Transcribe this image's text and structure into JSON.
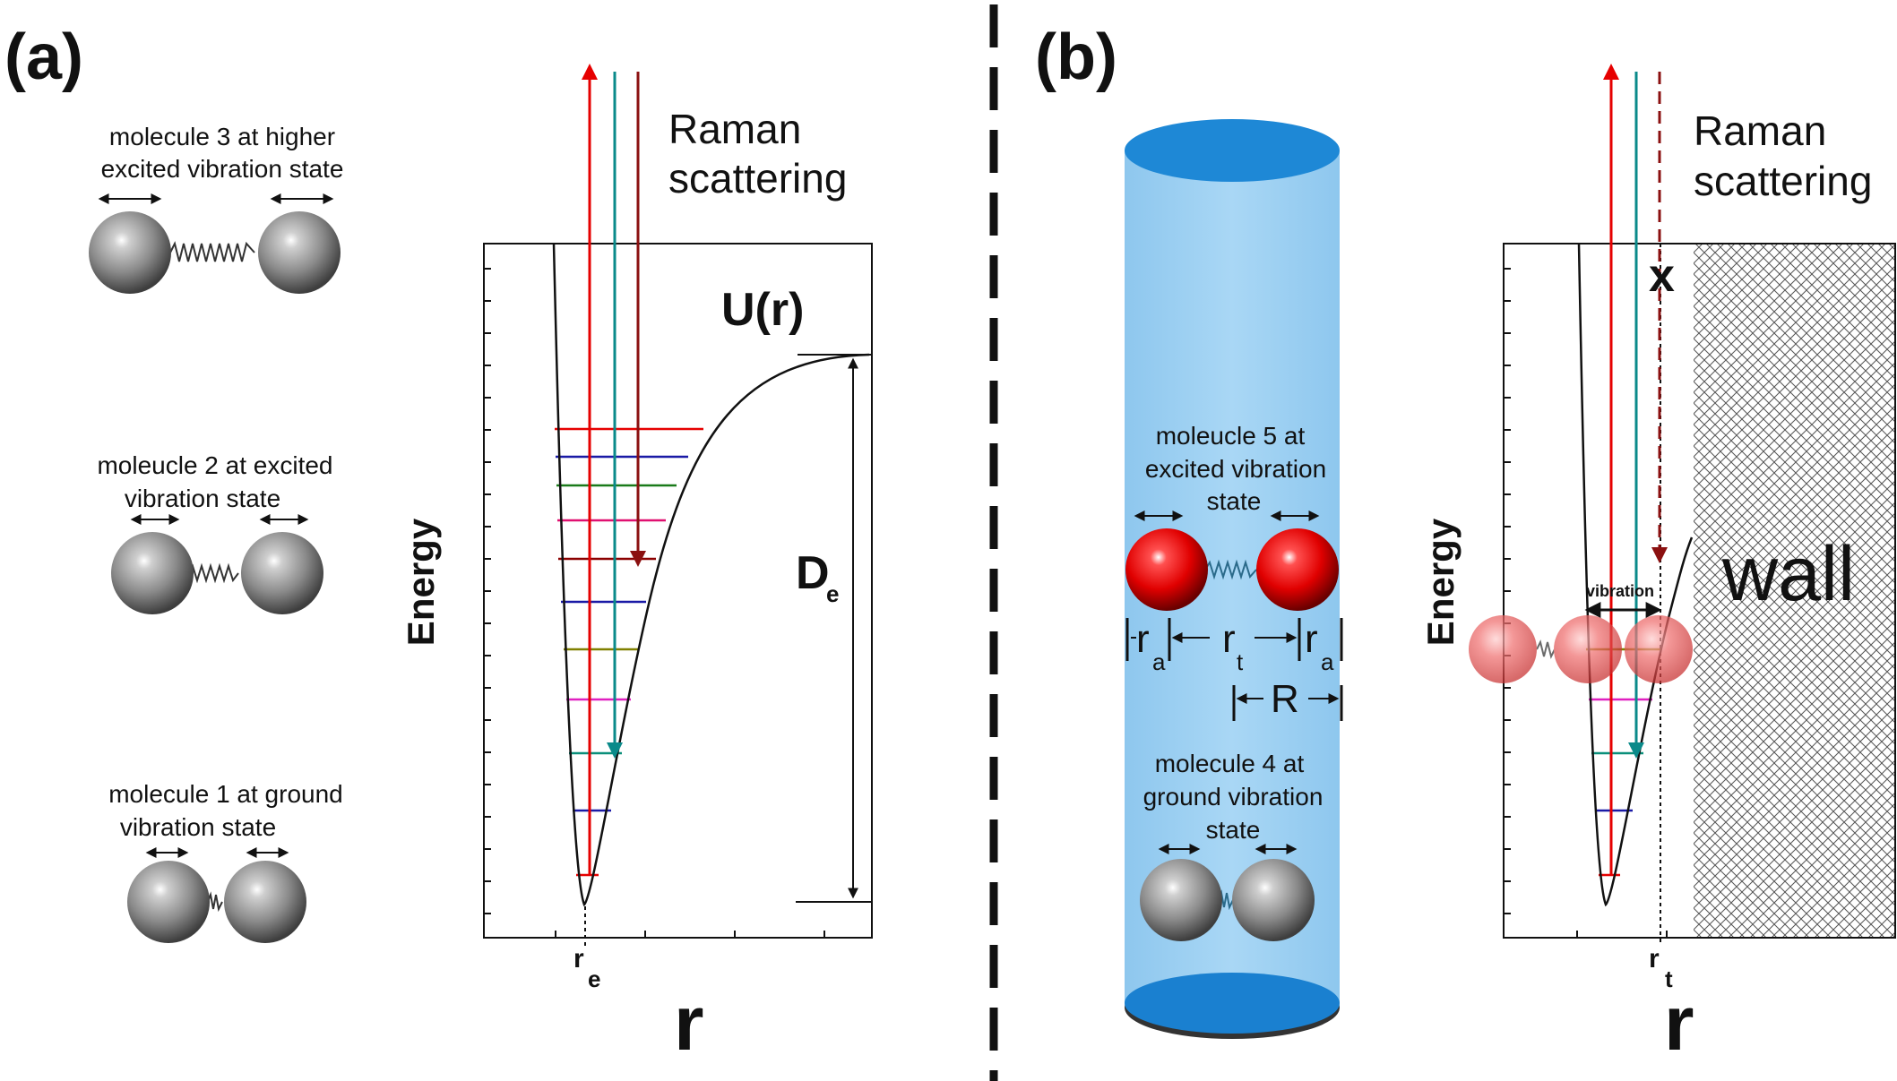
{
  "panels": {
    "a": {
      "label": "(a)"
    },
    "b": {
      "label": "(b)"
    }
  },
  "molecules": {
    "m3": {
      "line1": "molecule 3 at higher",
      "line2": "excited vibration state"
    },
    "m2": {
      "line1": "moleucle 2 at excited",
      "line2": "vibration state"
    },
    "m1": {
      "line1": "molecule 1 at ground",
      "line2": "vibration state"
    },
    "m5": {
      "line1": "moleucle 5 at",
      "line2": "excited vibration",
      "line3": "state"
    },
    "m4": {
      "line1": "molecule 4 at",
      "line2": "ground vibration",
      "line3": "state"
    }
  },
  "plot_a": {
    "raman_line1": "Raman",
    "raman_line2": "scattering",
    "potential_label": "U(r)",
    "depth_symbol": "D",
    "depth_sub": "e",
    "ylabel": "Energy",
    "xlabel": "r",
    "eq_symbol": "r",
    "eq_sub": "e"
  },
  "plot_b": {
    "raman_line1": "Raman",
    "raman_line2": "scattering",
    "blocked_mark": "x",
    "wall_label": "wall",
    "vibration_label": "vibration",
    "ylabel": "Energy",
    "xlabel": "r",
    "tube_symbol": "r",
    "tube_sub": "t"
  },
  "dims": {
    "ra_symbol": "r",
    "ra_sub": "a",
    "rt_symbol": "r",
    "rt_sub": "t",
    "R_symbol": "R"
  },
  "colors": {
    "levels": [
      "#e60000",
      "#1a1aa6",
      "#0a8f7a",
      "#e020c0",
      "#808000",
      "#1a1aa6",
      "#8b0000",
      "#e01070",
      "#1a7a1a",
      "#1a1aa6",
      "#e60000"
    ],
    "arrow_red": "#e60000",
    "arrow_teal": "#0a8a8a",
    "arrow_darkred": "#8b1010",
    "tube_blue": "#9fd0f0",
    "tube_top": "#1e88d6",
    "atom_gray": "#8c8c8c",
    "atom_red": "#e00000"
  }
}
